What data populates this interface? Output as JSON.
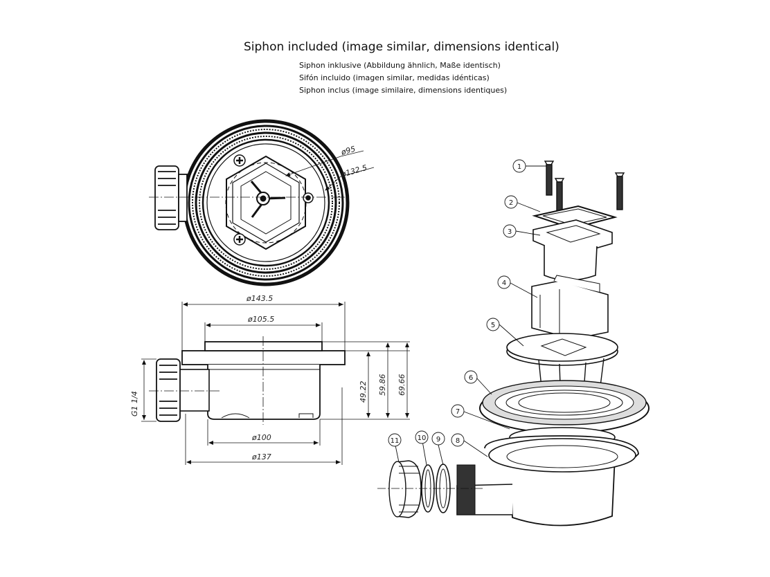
{
  "header": {
    "title": "Siphon included (image similar, dimensions identical)",
    "subtitle_de": "Siphon inklusive (Abbildung ähnlich, Maße identisch)",
    "subtitle_es": "Sifón incluido (imagen similar, medidas idénticas)",
    "subtitle_fr": "Siphon inclus (image similaire, dimensions identiques)"
  },
  "dimensions": {
    "d95": "ø95",
    "d132_5": "ø132.5",
    "d143_5": "ø143.5",
    "d105_5": "ø105.5",
    "d100": "ø100",
    "d137": "ø137",
    "h49_22": "49.22",
    "h59_86": "59.86",
    "h69_66": "69.66",
    "thread": "G1 1/4"
  },
  "callouts": [
    "1",
    "2",
    "3",
    "4",
    "5",
    "6",
    "7",
    "8",
    "9",
    "10",
    "11"
  ],
  "colors": {
    "ink": "#111111",
    "paper": "#ffffff",
    "shade": "#9a9a9a"
  }
}
